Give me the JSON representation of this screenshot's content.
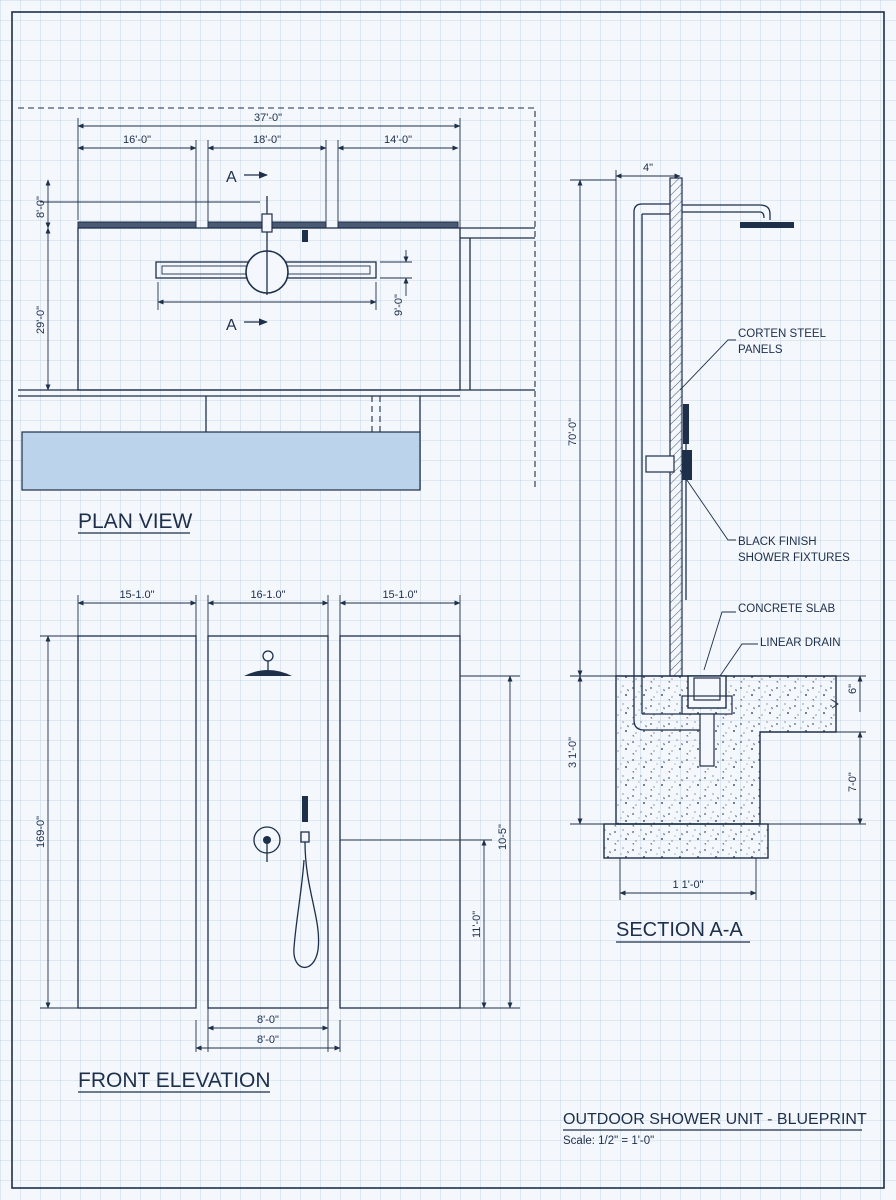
{
  "sheet": {
    "title": "OUTDOOR SHOWER UNIT - BLUEPRINT",
    "scale": "Scale: 1/2\" = 1'-0\"",
    "colors": {
      "grid": "#b9cde3",
      "ink": "#1e2f4a",
      "water": "#bcd3ec",
      "paper": "#f4f7fb"
    }
  },
  "plan": {
    "title": "PLAN VIEW",
    "dims": {
      "overall": "37'-0\"",
      "left": "16'-0\"",
      "center": "18'-0\"",
      "right": "14'-0\"",
      "height": "29'-0\"",
      "wall": "8'-0\"",
      "drain": "9'-0\""
    },
    "section_marks": {
      "top": "A",
      "bottom": "A"
    }
  },
  "elevation": {
    "title": "FRONT ELEVATION",
    "dims": {
      "left": "15-1.0\"",
      "center": "16-1.0\"",
      "right": "15-1.0\"",
      "height": "169-0\"",
      "right_height": "10-5\"",
      "handheld_height": "11'-0\"",
      "bottom_inner": "8'-0\"",
      "bottom_outer": "8'-0\""
    }
  },
  "section": {
    "title": "SECTION A-A",
    "dims": {
      "top": "4\"",
      "height": "70'-0\"",
      "slab": "6\"",
      "footing": "3 1'-0\"",
      "depth": "7-0\"",
      "base": "1 1'-0\""
    },
    "callouts": {
      "corten_1": "CORTEN STEEL",
      "corten_2": "PANELS",
      "fixtures_1": "BLACK FINISH",
      "fixtures_2": "SHOWER FIXTURES",
      "slab": "CONCRETE SLAB",
      "drain": "LINEAR DRAIN"
    }
  }
}
